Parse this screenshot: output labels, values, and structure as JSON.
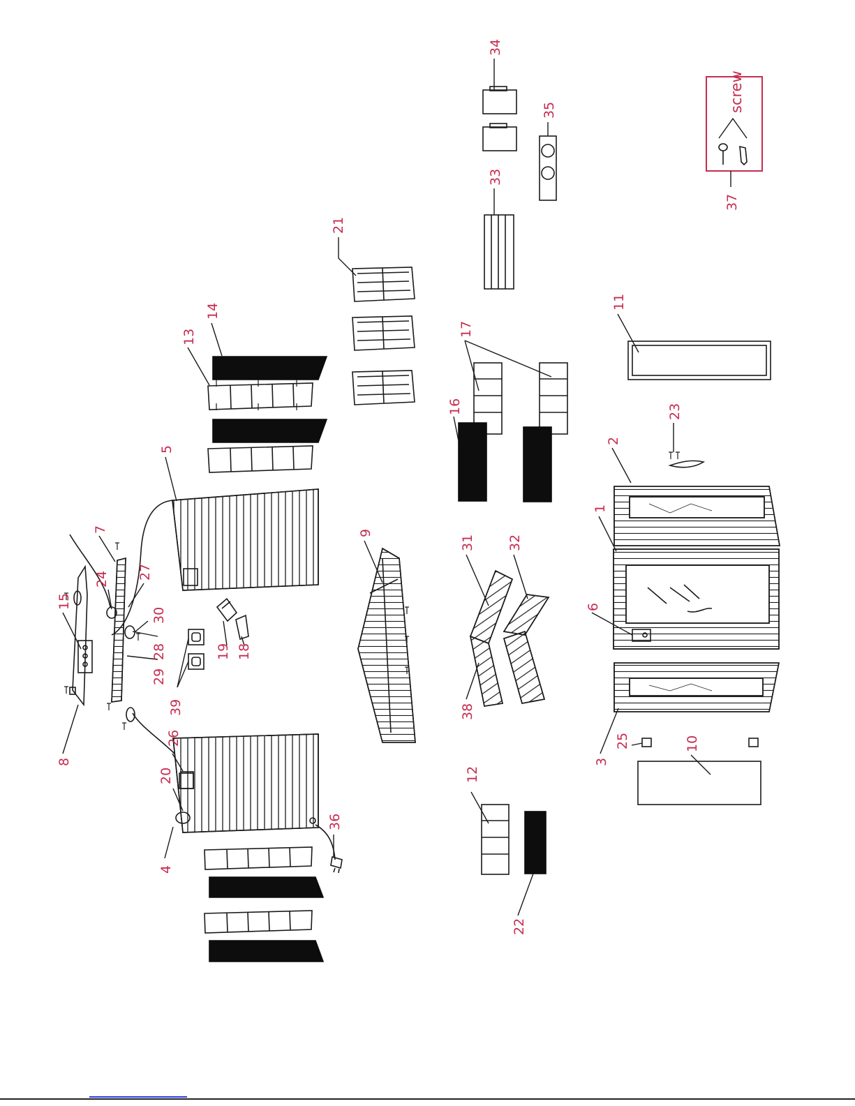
{
  "colors": {
    "label": "#c62c4f",
    "line": "#1a1a1a",
    "fill_dark": "#0d0d0d",
    "screw_box": "#c62c4f",
    "link": "#2a3bd8"
  },
  "screw_box": {
    "text": "screw",
    "callout": "37"
  },
  "labels": {
    "p1": "1",
    "p2": "2",
    "p3": "3",
    "p4": "4",
    "p5": "5",
    "p6": "6",
    "p7": "7",
    "p8": "8",
    "p9": "9",
    "p10": "10",
    "p11": "11",
    "p12": "12",
    "p13": "13",
    "p14": "14",
    "p15": "15",
    "p16": "16",
    "p17": "17",
    "p18": "18",
    "p19": "19",
    "p20": "20",
    "p21": "21",
    "p22": "22",
    "p23": "23",
    "p24": "24",
    "p25": "25",
    "p26": "26",
    "p27": "27",
    "p28": "28",
    "p29": "29",
    "p30": "30",
    "p31": "31",
    "p32": "32",
    "p33": "33",
    "p34": "34",
    "p35": "35",
    "p36": "36",
    "p38": "38",
    "p39": "39"
  }
}
